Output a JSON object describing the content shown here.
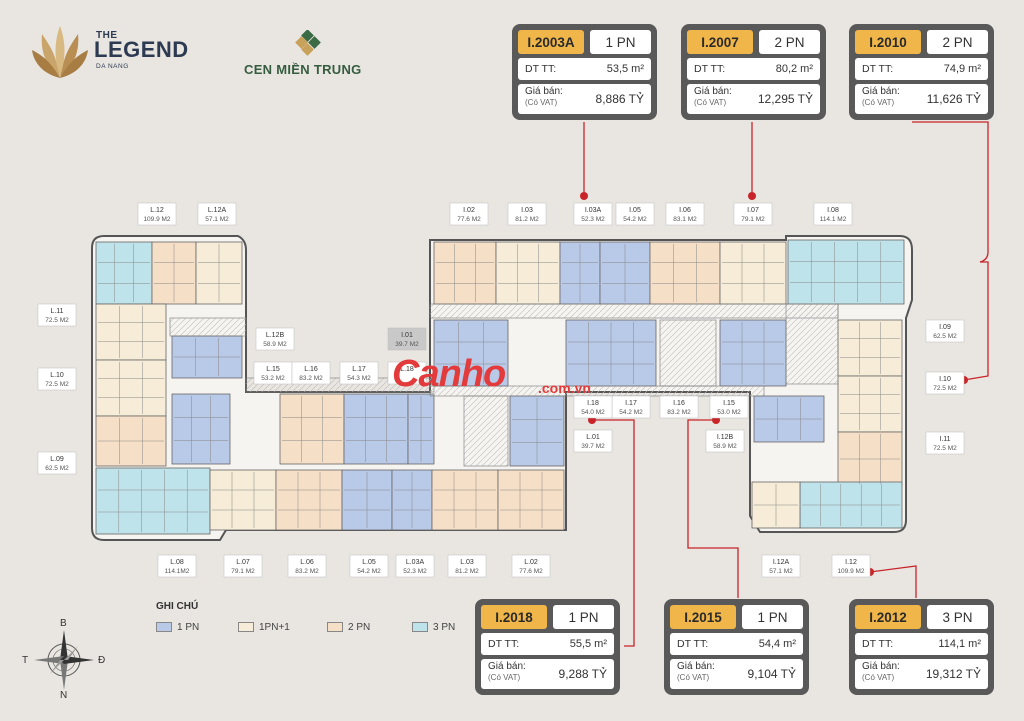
{
  "brand": {
    "legend_the": "THE",
    "legend_name": "LEGEND",
    "legend_city": "DA NANG",
    "cen_name": "CEN MIỀN TRUNG"
  },
  "watermark": {
    "main": "Canho",
    "domain": ".com.vn"
  },
  "cards": [
    {
      "code": "I.2003A",
      "type": "1 PN",
      "area_label": "DT TT:",
      "area": "53,5 m²",
      "price_label": "Giá bán:",
      "vat_label": "(Có VAT)",
      "price": "8,886 TỶ"
    },
    {
      "code": "I.2007",
      "type": "2 PN",
      "area_label": "DT TT:",
      "area": "80,2 m²",
      "price_label": "Giá bán:",
      "vat_label": "(Có VAT)",
      "price": "12,295 TỶ"
    },
    {
      "code": "I.2010",
      "type": "2 PN",
      "area_label": "DT TT:",
      "area": "74,9 m²",
      "price_label": "Giá bán:",
      "vat_label": "(Có VAT)",
      "price": "11,626 TỶ"
    },
    {
      "code": "I.2018",
      "type": "1 PN",
      "area_label": "DT TT:",
      "area": "55,5 m²",
      "price_label": "Giá bán:",
      "vat_label": "(Có VAT)",
      "price": "9,288 TỶ"
    },
    {
      "code": "I.2015",
      "type": "1 PN",
      "area_label": "DT TT:",
      "area": "54,4 m²",
      "price_label": "Giá bán:",
      "vat_label": "(Có VAT)",
      "price": "9,104 TỶ"
    },
    {
      "code": "I.2012",
      "type": "3 PN",
      "area_label": "DT TT:",
      "area": "114,1 m²",
      "price_label": "Giá bán:",
      "vat_label": "(Có VAT)",
      "price": "19,312 TỶ"
    }
  ],
  "legend": {
    "title": "GHI CHÚ",
    "items": [
      {
        "label": "1 PN",
        "color": "#b9c9e8"
      },
      {
        "label": "1PN+1",
        "color": "#f6ecd8"
      },
      {
        "label": "2 PN",
        "color": "#f5dfc6"
      },
      {
        "label": "3 PN",
        "color": "#bfe3ea"
      }
    ]
  },
  "compass": {
    "north": "B",
    "south": "N",
    "west": "T",
    "east": "Đ"
  },
  "colors": {
    "pn1": "#b9c9e8",
    "pn1plus": "#f6ecd8",
    "pn2": "#f5dfc6",
    "pn3": "#bfe3ea",
    "accent": "#c8242a",
    "card_bg": "#595959",
    "code_bg": "#f0b64a"
  },
  "units": [
    {
      "code": "L.12",
      "area": "109.9 M2"
    },
    {
      "code": "L.12A",
      "area": "57.1 M2"
    },
    {
      "code": "L.11",
      "area": "72.5 M2"
    },
    {
      "code": "L.10",
      "area": "72.5 M2"
    },
    {
      "code": "L.09",
      "area": "62.5 M2"
    },
    {
      "code": "L.12B",
      "area": "58.9 M2"
    },
    {
      "code": "L.15",
      "area": "53.2 M2"
    },
    {
      "code": "L.16",
      "area": "83.2 M2"
    },
    {
      "code": "L.17",
      "area": "54.3 M2"
    },
    {
      "code": "L.18",
      "area": ""
    },
    {
      "code": "I.01",
      "area": "39.7 M2"
    },
    {
      "code": "L.08",
      "area": "114.1M2"
    },
    {
      "code": "L.07",
      "area": "79.1 M2"
    },
    {
      "code": "L.06",
      "area": "83.2 M2"
    },
    {
      "code": "L.05",
      "area": "54.2 M2"
    },
    {
      "code": "L.03A",
      "area": "52.3 M2"
    },
    {
      "code": "L.03",
      "area": "81.2 M2"
    },
    {
      "code": "L.02",
      "area": "77.6 M2"
    },
    {
      "code": "I.02",
      "area": "77.6 M2"
    },
    {
      "code": "I.03",
      "area": "81.2 M2"
    },
    {
      "code": "I.03A",
      "area": "52.3 M2"
    },
    {
      "code": "I.05",
      "area": "54.2 M2"
    },
    {
      "code": "I.06",
      "area": "83.1 M2"
    },
    {
      "code": "I.07",
      "area": "79.1 M2"
    },
    {
      "code": "I.08",
      "area": "114.1 M2"
    },
    {
      "code": "I.09",
      "area": "62.5 M2"
    },
    {
      "code": "I.10",
      "area": "72.5 M2"
    },
    {
      "code": "I.11",
      "area": "72.5 M2"
    },
    {
      "code": "I.12",
      "area": "109.9 M2"
    },
    {
      "code": "I.12A",
      "area": "57.1 M2"
    },
    {
      "code": "I.12B",
      "area": "58.9 M2"
    },
    {
      "code": "I.15",
      "area": "53.0 M2"
    },
    {
      "code": "I.16",
      "area": "83.2 M2"
    },
    {
      "code": "I.17",
      "area": "54.2 M2"
    },
    {
      "code": "I.18",
      "area": "54.0 M2"
    },
    {
      "code": "L.01",
      "area": "39.7 M2"
    }
  ]
}
